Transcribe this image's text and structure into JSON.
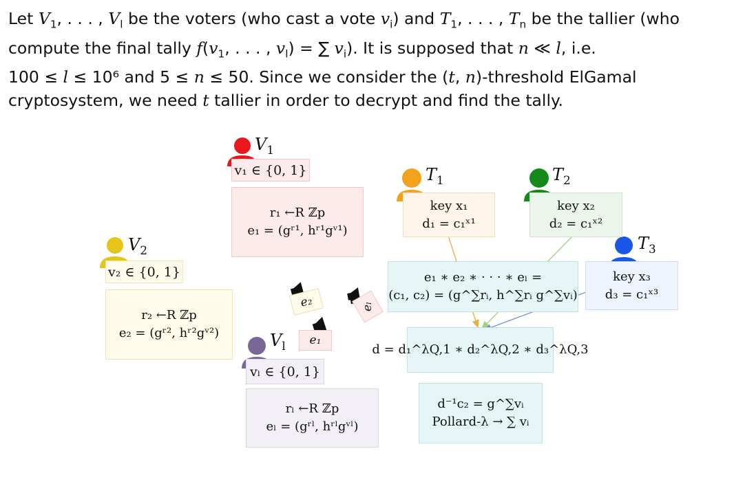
{
  "intro_lines": [
    [
      "Let ",
      "V",
      "1",
      ", . . . , ",
      "V",
      "l",
      " be the voters (who cast a vote ",
      "v",
      "i",
      ") and ",
      "T",
      "1",
      ", . . . , ",
      "T",
      "n",
      " be the tallier (who"
    ],
    [
      "compute the final tally ",
      "f",
      "",
      "(",
      "v",
      "1",
      ", . . . , ",
      "v",
      "l",
      ") = ∑ ",
      "v",
      "i",
      "). It is supposed that ",
      "n",
      "",
      " ≪ ",
      "l",
      "",
      ", i.e."
    ],
    [
      "100 ≤ ",
      "l",
      "",
      " ≤ 10⁶ and 5 ≤ ",
      "n",
      "",
      " ≤ 50. Since we consider the (",
      "t",
      "",
      ", ",
      "n",
      "",
      ")-threshold ElGamal"
    ],
    [
      "cryptosystem, we need ",
      "t",
      "",
      " tallier in order to decrypt and find the tally."
    ]
  ],
  "voters": [
    {
      "id": "v1",
      "label": "V",
      "sub": "1",
      "vote": "v₁ ∈ {0, 1}",
      "formula": [
        "r₁ ←R ℤp",
        "e₁ = (gʳ¹, hʳ¹gᵛ¹)"
      ]
    },
    {
      "id": "v2",
      "label": "V",
      "sub": "2",
      "vote": "v₂ ∈ {0, 1}",
      "formula": [
        "r₂ ←R ℤp",
        "e₂ = (gʳ², hʳ²gᵛ²)"
      ]
    },
    {
      "id": "vl",
      "label": "V",
      "sub": "l",
      "vote": "vₗ ∈ {0, 1}",
      "formula": [
        "rₗ ←R ℤp",
        "eₗ = (gʳˡ, hʳˡgᵛˡ)"
      ]
    }
  ],
  "talliers": [
    {
      "id": "t1",
      "label": "T",
      "sub": "1",
      "lines": [
        "key x₁",
        "d₁ = c₁ˣ¹"
      ]
    },
    {
      "id": "t2",
      "label": "T",
      "sub": "2",
      "lines": [
        "key x₂",
        "d₂ = c₁ˣ²"
      ]
    },
    {
      "id": "t3",
      "label": "T",
      "sub": "3",
      "lines": [
        "key x₃",
        "d₃ = c₁ˣ³"
      ]
    }
  ],
  "broadcast_notes": [
    "e₂",
    "eₗ",
    "e₁"
  ],
  "aggregate": [
    "e₁ ∗ e₂ ∗ · · · ∗ eₗ =",
    "(c₁, c₂) = (g^∑rᵢ, h^∑rᵢ g^∑vᵢ)"
  ],
  "combine": "d = d₁^λQ,1 ∗ d₂^λQ,2 ∗ d₃^λQ,3",
  "result": [
    "d⁻¹c₂ = g^∑vᵢ",
    "Pollard-λ → ∑ vᵢ"
  ],
  "colors": {
    "voter1": "#e8181b",
    "voter2": "#e6c419",
    "voterl": "#7b6797",
    "tallier1": "#f3a21c",
    "tallier2": "#148a19",
    "tallier3": "#1a57e6",
    "arrow1": "#e6b23c",
    "arrow2": "#9fd183",
    "arrow3": "#6f93d8"
  },
  "icons": [
    "person-icon",
    "megaphone-icon"
  ]
}
